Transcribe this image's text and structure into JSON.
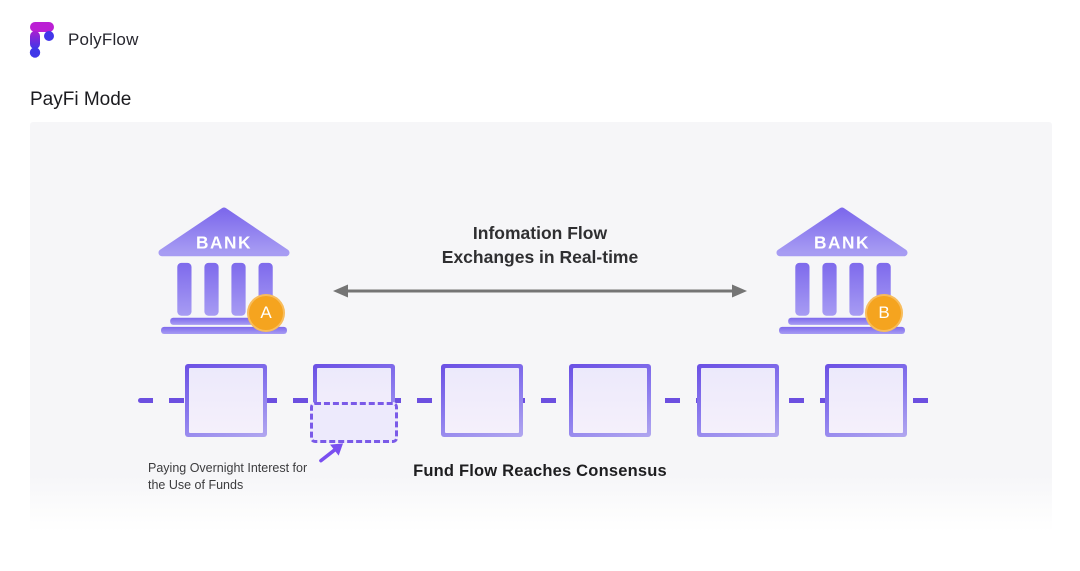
{
  "logo": {
    "text": "PolyFlow"
  },
  "title": "PayFi Mode",
  "diagram": {
    "bank_label": "BANK",
    "badge_a": "A",
    "badge_b": "B",
    "info_flow_line1": "Infomation Flow",
    "info_flow_line2": "Exchanges in Real-time",
    "interest_caption_line1": "Paying Overnight Interest for",
    "interest_caption_line2": "the Use of Funds",
    "consensus_caption": "Fund Flow Reaches Consensus",
    "blocks": [
      {
        "dashed": false
      },
      {
        "dashed": true
      },
      {
        "dashed": false
      },
      {
        "dashed": false
      },
      {
        "dashed": false
      },
      {
        "dashed": false
      }
    ],
    "colors": {
      "purple": "#7A5AE8",
      "orange": "#F5A41F",
      "arrow_gray": "#757575"
    }
  }
}
